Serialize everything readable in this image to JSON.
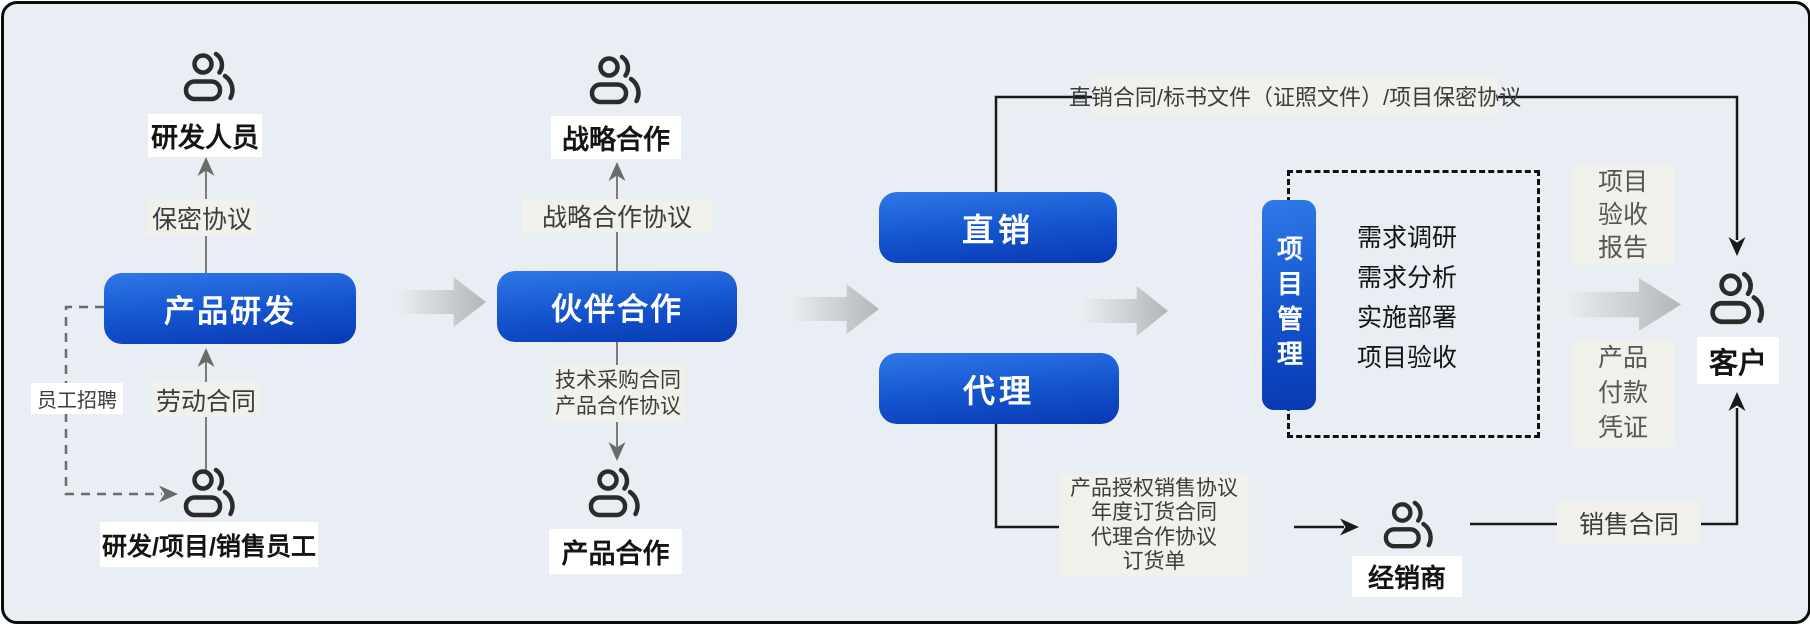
{
  "colors": {
    "canvas_bg": "#e9edf4",
    "accent_blue_top": "#2f78e8",
    "accent_blue_bottom": "#0839b2",
    "label_gray_bg": "#f1f1ec",
    "line_black": "#1a1a1a",
    "line_gray": "#7b7b7b"
  },
  "stage1": {
    "top_person_label": "研发人员",
    "top_edge_label": "保密协议",
    "box_label": "产品研发",
    "recruit_label": "员工招聘",
    "labor_label": "劳动合同",
    "bottom_person_label": "研发/项目/销售员工"
  },
  "stage2": {
    "top_person_label": "战略合作",
    "top_edge_label": "战略合作协议",
    "box_label": "伙伴合作",
    "down_edge_lines": [
      "技术采购合同",
      "产品合作协议"
    ],
    "bottom_person_label": "产品合作"
  },
  "stage3": {
    "direct_box_label": "直销",
    "agency_box_label": "代理",
    "direct_edge_label": "直销合同/标书文件（证照文件）/项目保密协议",
    "agency_edge_lines": [
      "产品授权销售协议",
      "年度订货合同",
      "代理合作协议",
      "订货单"
    ],
    "distributor_label": "经销商",
    "sales_edge_label": "销售合同"
  },
  "stage4": {
    "box_label": "项目管理",
    "items": [
      "需求调研",
      "需求分析",
      "实施部署",
      "项目验收"
    ],
    "report_lines": [
      "项目",
      "验收",
      "报告"
    ],
    "voucher_lines": [
      "产品",
      "付款",
      "凭证"
    ],
    "customer_label": "客户"
  }
}
